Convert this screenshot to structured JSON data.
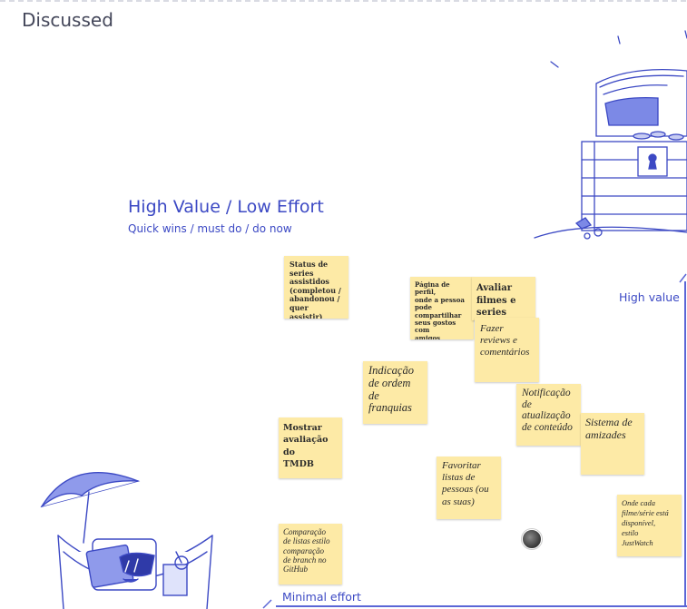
{
  "board": {
    "section_title": "Discussed",
    "quadrant_title": "High Value / Low Effort",
    "quadrant_subtitle": "Quick wins / must do / do now",
    "axis_y_label": "High value",
    "axis_x_label": "Minimal effort"
  },
  "notes": [
    {
      "id": "status",
      "text": "Status de series\nassistidos\n(completou /\nabandonou /\nquer assistir)"
    },
    {
      "id": "perfil",
      "text": "Página de perfil,\nonde a pessoa\npode\ncompartilhar\nseus gostos com\namigos"
    },
    {
      "id": "avaliar",
      "text": "Avaliar\nfilmes e\nseries"
    },
    {
      "id": "reviews",
      "text": "Fazer\nreviews e\ncomentários"
    },
    {
      "id": "franquias",
      "text": "Indicação\nde ordem\nde\nfranquias"
    },
    {
      "id": "notificacao",
      "text": "Notificação\nde\natualização\nde conteúdo"
    },
    {
      "id": "amizades",
      "text": "Sistema de\namizades"
    },
    {
      "id": "tmdb",
      "text": "Mostrar\navaliação do\nTMDB"
    },
    {
      "id": "favoritar",
      "text": "Favoritar\nlistas de\npessoas (ou\nas suas)"
    },
    {
      "id": "justwatch",
      "text": "Onde cada\nfilme/série está\ndisponível,\nestilo\nJustWatch"
    },
    {
      "id": "comparacao",
      "text": "Comparação\nde listas estilo\ncomparação\nde branch no\nGitHub"
    }
  ],
  "colors": {
    "accent": "#3c49c4",
    "sticky": "#fdeaa6",
    "axis": "#5b66d6"
  },
  "illustrations": [
    "treasure-chest-illustration",
    "hammock-character-illustration"
  ]
}
